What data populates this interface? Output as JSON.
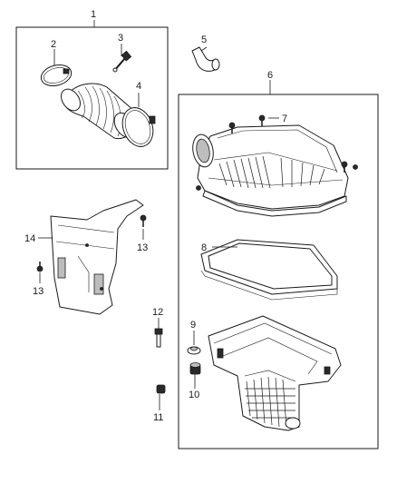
{
  "diagram": {
    "callouts": [
      {
        "id": "1",
        "label": "1"
      },
      {
        "id": "2",
        "label": "2"
      },
      {
        "id": "3",
        "label": "3"
      },
      {
        "id": "4",
        "label": "4"
      },
      {
        "id": "5",
        "label": "5"
      },
      {
        "id": "6",
        "label": "6"
      },
      {
        "id": "7",
        "label": "7"
      },
      {
        "id": "8",
        "label": "8"
      },
      {
        "id": "9",
        "label": "9"
      },
      {
        "id": "10",
        "label": "10"
      },
      {
        "id": "11",
        "label": "11"
      },
      {
        "id": "12",
        "label": "12"
      },
      {
        "id": "13a",
        "label": "13"
      },
      {
        "id": "13b",
        "label": "13"
      },
      {
        "id": "14",
        "label": "14"
      }
    ]
  }
}
